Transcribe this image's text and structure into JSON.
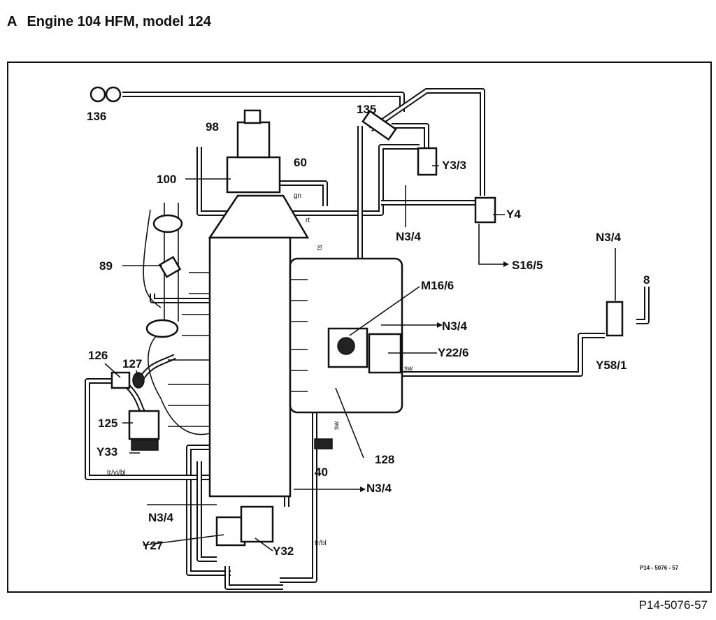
{
  "header": {
    "letter": "A",
    "title": "Engine 104 HFM, model 124"
  },
  "diagram": {
    "labels": {
      "l136": "136",
      "l98": "98",
      "l135": "135",
      "l60": "60",
      "l100": "100",
      "lY33a": "Y3/3",
      "lY4": "Y4",
      "lN34a": "N3/4",
      "lN34b": "N3/4",
      "l89": "89",
      "lS165": "S16/5",
      "lM166": "M16/6",
      "l8": "8",
      "lN34c": "N3/4",
      "lY226": "Y22/6",
      "lY581": "Y58/1",
      "l126": "126",
      "l127": "127",
      "l125": "125",
      "lY33": "Y33",
      "l40": "40",
      "l128": "128",
      "lN34d": "N3/4",
      "lN34e": "N3/4",
      "lY27": "Y27",
      "lY32": "Y32"
    },
    "wire_colors": {
      "gn": "gn",
      "rt": "rt",
      "ts": "ts",
      "sw1": "sw",
      "sw2": "sw",
      "trvibl": "tr/vi/bl",
      "trbl": "tr/bl"
    },
    "ref_code": "P14 - 5076 - 57"
  },
  "footer": {
    "caption": "P14-5076-57"
  }
}
